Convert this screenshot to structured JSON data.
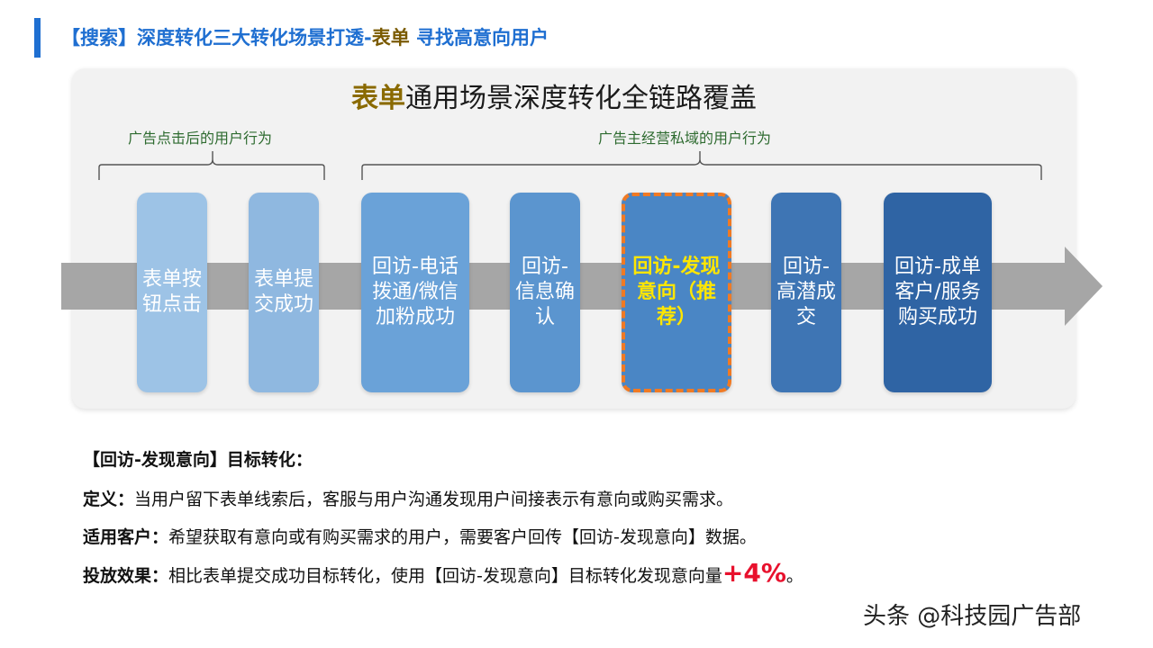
{
  "header": {
    "title_prefix": "【搜索】深度转化三大转化场景打透-",
    "title_highlight": "表单",
    "title_suffix": " 寻找高意向用户"
  },
  "panel": {
    "title_highlight": "表单",
    "title_rest": "通用场景深度转化全链路覆盖",
    "groups": [
      {
        "label": "广告点击后的用户行为"
      },
      {
        "label": "广告主经营私域的用户行为"
      }
    ],
    "stages": [
      {
        "label": "表单按钮点击"
      },
      {
        "label": "表单提交成功"
      },
      {
        "label": "回访-电话拨通/微信加粉成功"
      },
      {
        "label": "回访-信息确认"
      },
      {
        "label": "回访-发现意向（推荐）"
      },
      {
        "label": "回访-高潜成交"
      },
      {
        "label": "回访-成单客户/服务购买成功"
      }
    ],
    "colors": {
      "stage_fills": [
        "#9dc3e6",
        "#8fb8e0",
        "#6aa2d8",
        "#5b95cf",
        "#4a86c5",
        "#3e75b4",
        "#2f64a4"
      ],
      "recommended_border": "#f07a24",
      "recommended_text": "#ffe600",
      "arrow": "#a6a6a6"
    }
  },
  "details": {
    "heading": "【回访-发现意向】目标转化：",
    "definition_label": "定义：",
    "definition_text": "当用户留下表单线索后，客服与用户沟通发现用户间接表示有意向或购买需求。",
    "customers_label": "适用客户：",
    "customers_text": "希望获取有意向或有购买需求的用户，需要客户回传【回访-发现意向】数据。",
    "effect_label": "投放效果：",
    "effect_text": "相比表单提交成功目标转化，使用【回访-发现意向】目标转化发现意向量",
    "effect_metric": "+4%",
    "effect_end": "。"
  },
  "watermark": "头条 @科技园广告部"
}
